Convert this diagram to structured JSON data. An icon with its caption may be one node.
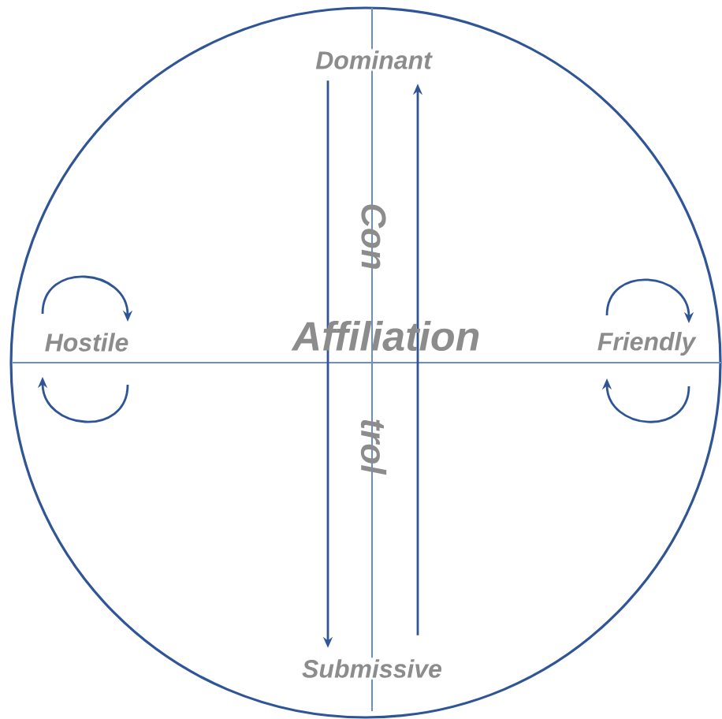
{
  "diagram": {
    "nodes": [
      {
        "text": [
          "Dominant"
        ]
      },
      {
        "text": [
          "Hostile"
        ]
      },
      {
        "text": [
          "Friendly"
        ]
      },
      {
        "text": [
          "Submissive"
        ]
      }
    ],
    "edges": [
      {
        "from": 0,
        "to": 3,
        "arrow": "to"
      },
      {
        "from": 3,
        "to": 0,
        "arrow": "to"
      },
      {
        "from": 1,
        "to": 1,
        "arrow": "to"
      },
      {
        "from": 1,
        "to": 1,
        "arrow": "to"
      },
      {
        "from": 2,
        "to": 2,
        "arrow": "to"
      },
      {
        "from": 2,
        "to": 2,
        "arrow": "to"
      }
    ],
    "labels": [
      "Con",
      "Affiliation",
      "trol"
    ]
  }
}
